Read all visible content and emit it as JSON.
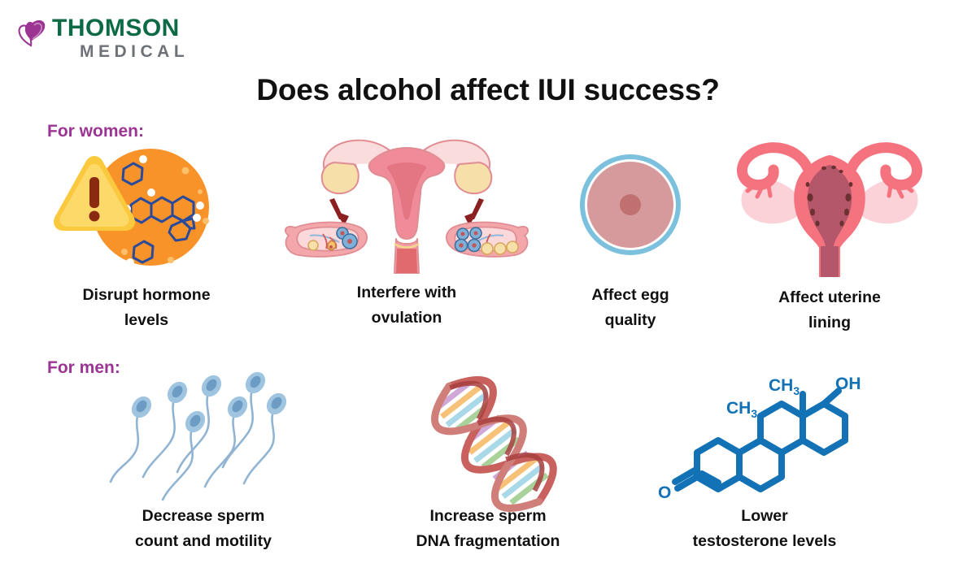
{
  "brand": {
    "name": "THOMSON",
    "sub": "MEDICAL",
    "green": "#0c6b45",
    "gray": "#6e7278",
    "purple": "#9c3493",
    "mark": "butterfly-logo-icon"
  },
  "header": {
    "title": "Does alcohol affect IUI success?"
  },
  "sections": [
    {
      "id": "women",
      "label": "For women:"
    },
    {
      "id": "men",
      "label": "For men:"
    }
  ],
  "women_items": [
    {
      "icon": "hormone-molecule-warning-icon",
      "caption_line1": "Disrupt hormone",
      "caption_line2": "levels"
    },
    {
      "icon": "uterus-ovulation-anatomy-icon",
      "caption_line1": "Interfere with",
      "caption_line2": "ovulation"
    },
    {
      "icon": "egg-cell-icon",
      "caption_line1": "Affect egg",
      "caption_line2": "quality"
    },
    {
      "icon": "uterus-lining-icon",
      "caption_line1": "Affect uterine",
      "caption_line2": "lining"
    }
  ],
  "men_items": [
    {
      "icon": "sperm-cells-icon",
      "caption_line1": "Decrease sperm",
      "caption_line2": "count and motility"
    },
    {
      "icon": "dna-helix-icon",
      "caption_line1": "Increase sperm",
      "caption_line2": "DNA fragmentation"
    },
    {
      "icon": "testosterone-molecule-icon",
      "caption_line1": "Lower",
      "caption_line2": "testosterone levels"
    }
  ],
  "molecule_labels": {
    "ch3_left": "CH",
    "ch3_left_sub": "3",
    "ch3_top": "CH",
    "ch3_top_sub": "3",
    "oh": "OH",
    "o": "O"
  },
  "colors": {
    "warning_triangle": "#fbc93d",
    "warning_triangle_light": "#fcd968",
    "exclamation": "#8a2a10",
    "orange_circle": "#f79328",
    "molecule_blue": "#2a4a9c",
    "anatomy_pink": "#f08c9a",
    "anatomy_pink_light": "#f9c7cb",
    "endometrium": "#b5576a",
    "egg_ring": "#7bc0dd",
    "egg_body": "#d79a9c",
    "egg_nucleus": "#c0706f",
    "sperm_blue": "#7ea8cc",
    "dna_backbone": "#c9615e",
    "testosterone_blue": "#1272b5",
    "text_dark": "#111111"
  }
}
